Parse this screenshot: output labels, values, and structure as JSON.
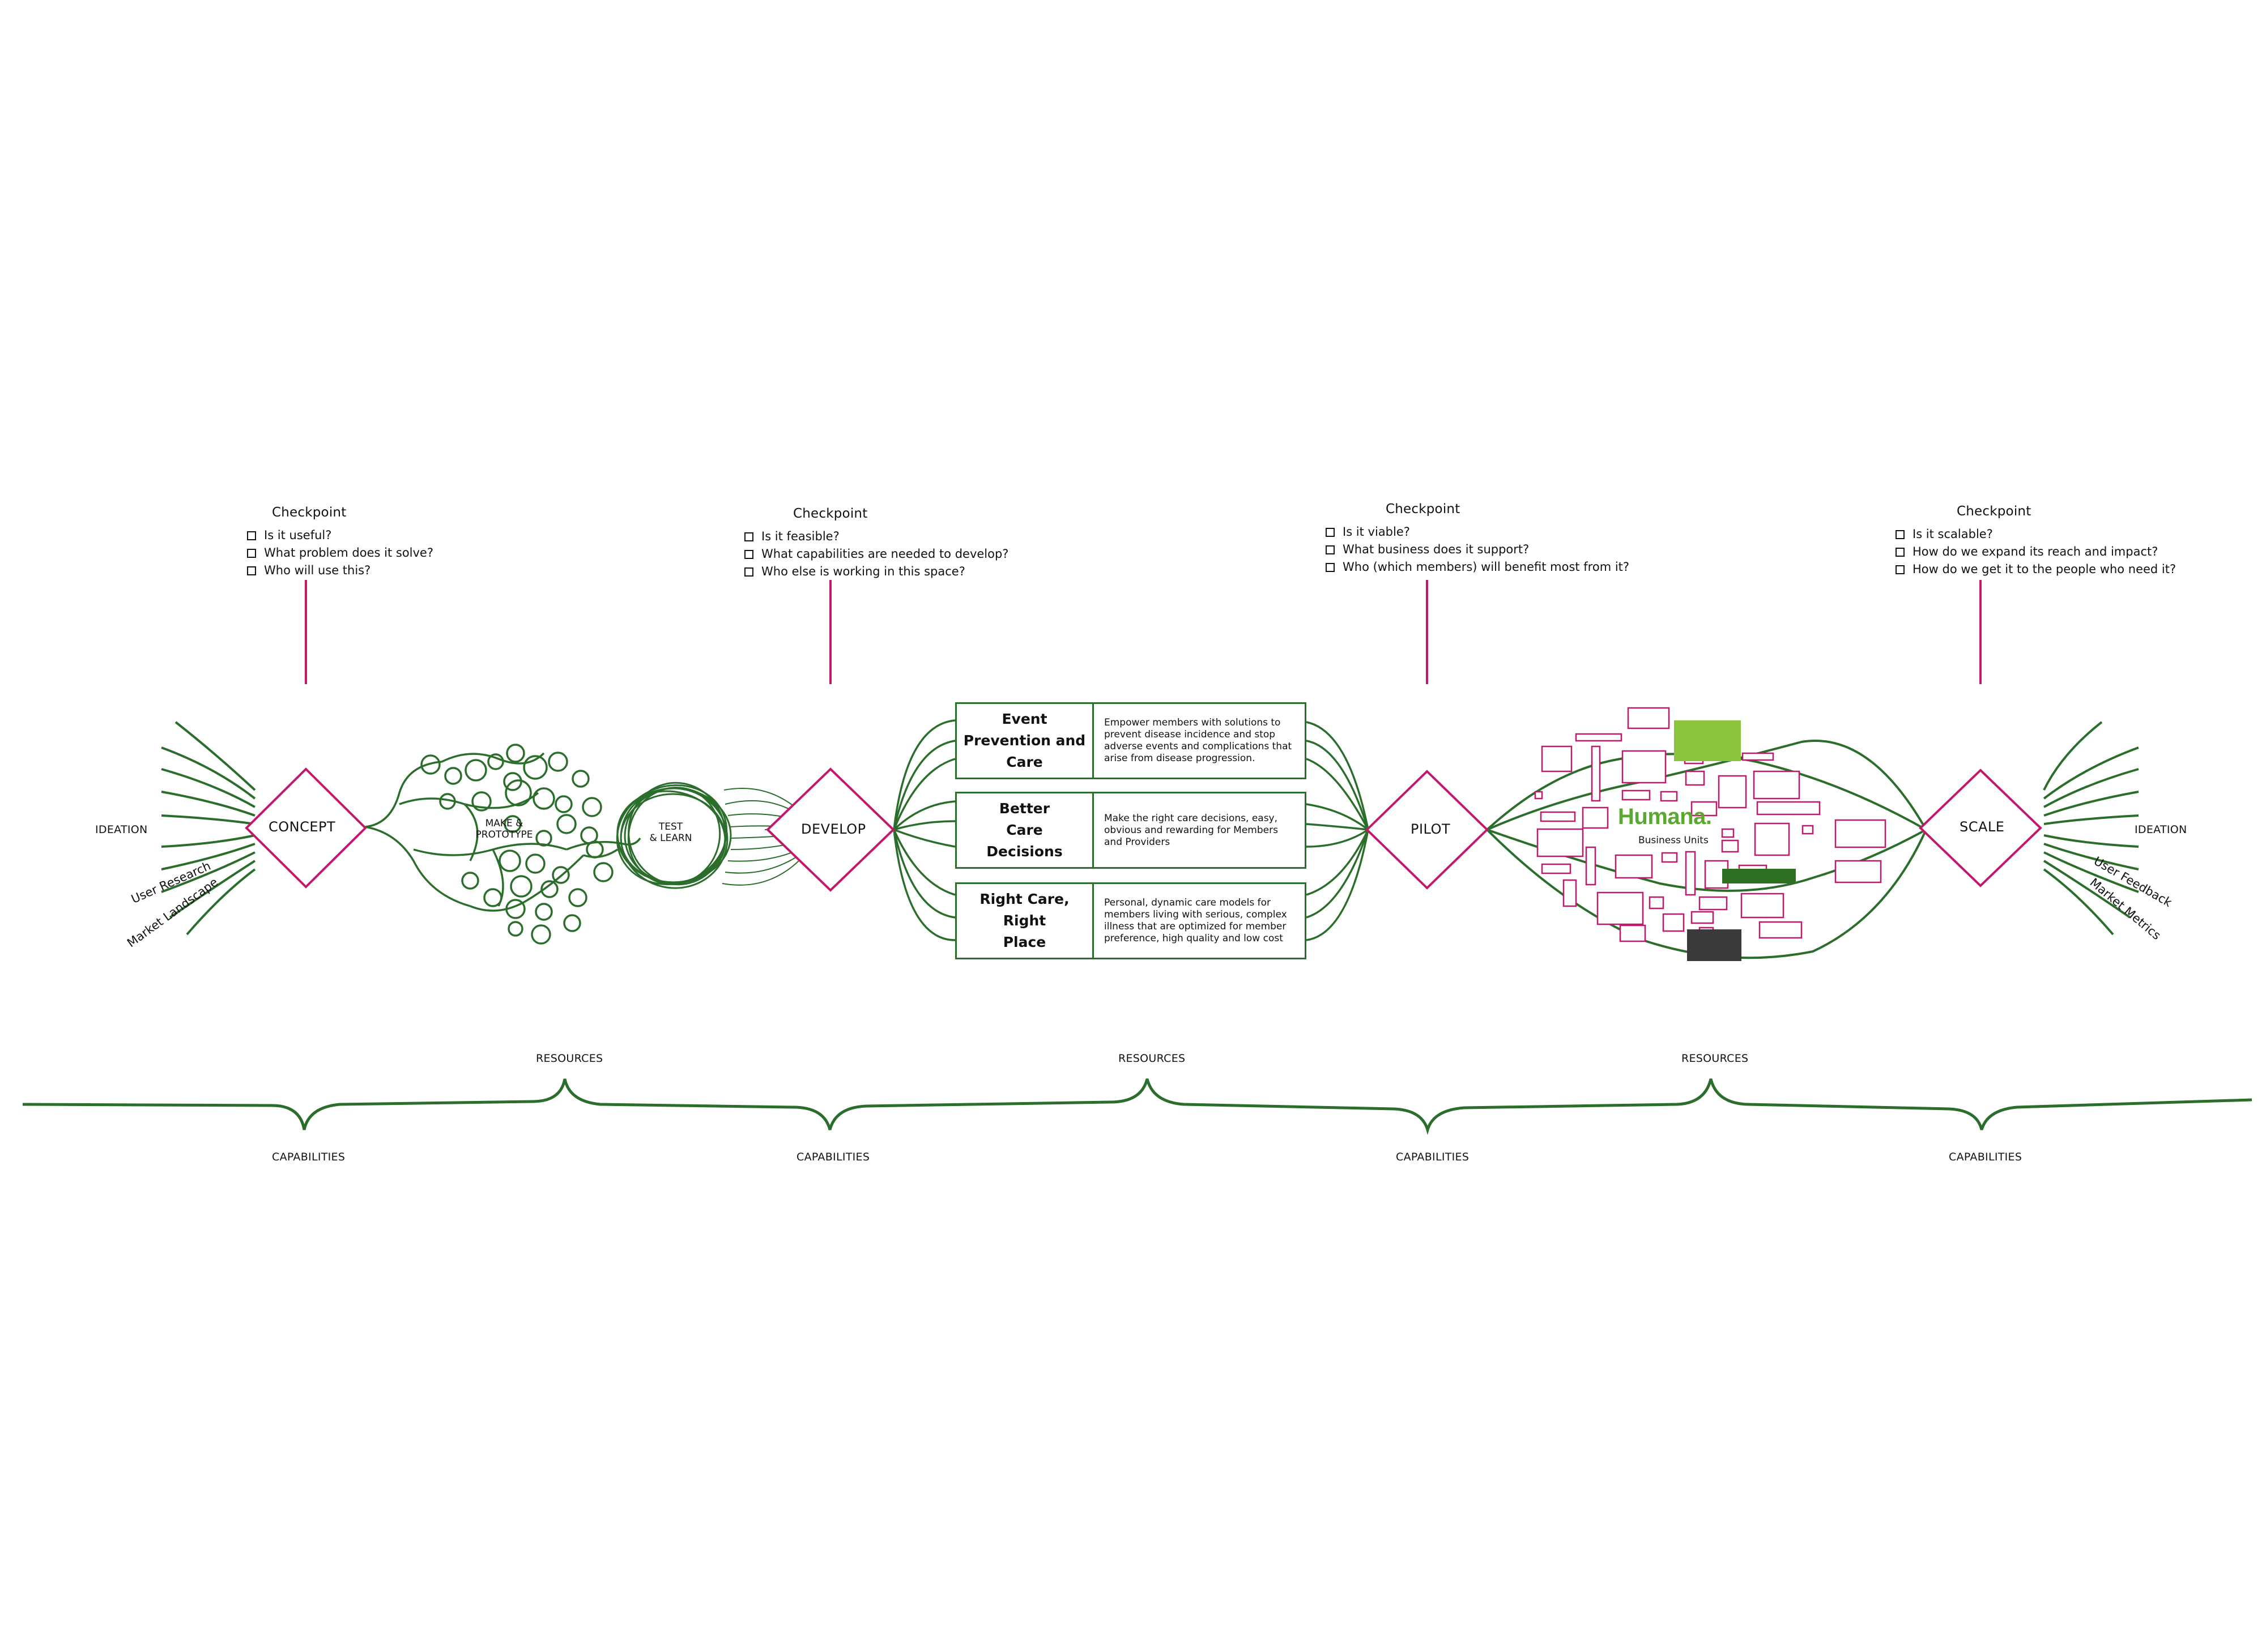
{
  "checkpoints": [
    {
      "title": "Checkpoint",
      "items": [
        "Is it useful?",
        "What problem does it solve?",
        "Who will use this?"
      ]
    },
    {
      "title": "Checkpoint",
      "items": [
        "Is it feasible?",
        "What capabilities are needed to develop?",
        "Who else is working in this space?"
      ]
    },
    {
      "title": "Checkpoint",
      "items": [
        "Is it viable?",
        "What business does it support?",
        "Who (which members) will benefit most from it?"
      ]
    },
    {
      "title": "Checkpoint",
      "items": [
        "Is it scalable?",
        "How do we expand its reach and impact?",
        "How do we get it to the people who need it?"
      ]
    }
  ],
  "stages": {
    "concept": "CONCEPT",
    "develop": "DEVELOP",
    "pilot": "PILOT",
    "scale": "SCALE"
  },
  "phases": {
    "make_prototype": [
      "MAKE &",
      "PROTOTYPE"
    ],
    "test_learn": [
      "TEST",
      "& LEARN"
    ]
  },
  "inputs_left": {
    "ideation": "IDEATION",
    "user_research": "User Research",
    "market_landscape": "Market Landscape"
  },
  "inputs_right": {
    "ideation": "IDEATION",
    "user_feedback": "User Feedback",
    "market_metrics": "Market Metrics"
  },
  "focus_areas": [
    {
      "name": "Event Prevention and Care",
      "description": "Empower members with solutions to prevent disease incidence and stop adverse events and complications that arise from disease progression."
    },
    {
      "name": "Better Care Decisions",
      "description": "Make the right care decisions, easy, obvious and rewarding for Members and Providers"
    },
    {
      "name": "Right Care, Right Place",
      "description": "Personal, dynamic care models for members living with serious, complex illness that are optimized for member preference, high quality and low cost"
    }
  ],
  "business_units": {
    "logo": "Humana.",
    "label": "Business Units"
  },
  "resources_labels": [
    "RESOURCES",
    "RESOURCES",
    "RESOURCES"
  ],
  "capabilities_labels": [
    "CAPABILITIES",
    "CAPABILITIES",
    "CAPABILITIES",
    "CAPABILITIES"
  ],
  "colors": {
    "magenta": "#c2186b",
    "green": "#2b6e2b",
    "light_green": "#8cc63f",
    "dark_green": "#2f6f22",
    "dark_gray": "#3a3a3a"
  }
}
